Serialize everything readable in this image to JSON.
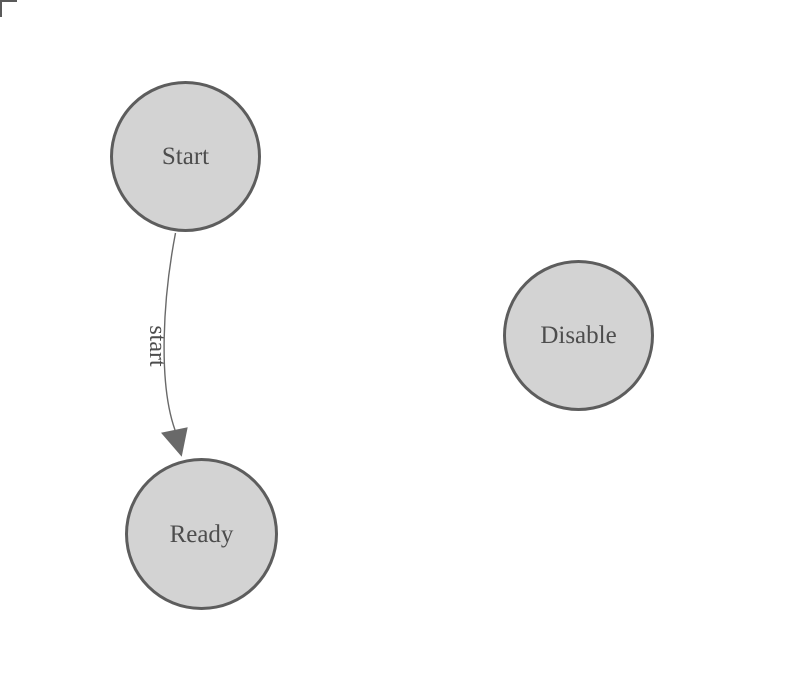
{
  "diagram": {
    "background": "#ffffff",
    "node_fill": "#d3d3d3",
    "node_border": "#5d5d5d",
    "text_color": "#4d4d4d",
    "edge_color": "#696969",
    "nodes": [
      {
        "label": "Start"
      },
      {
        "label": "Ready"
      },
      {
        "label": "Disable"
      }
    ],
    "edges": [
      {
        "from": "Start",
        "to": "Ready",
        "label": "start"
      }
    ]
  }
}
